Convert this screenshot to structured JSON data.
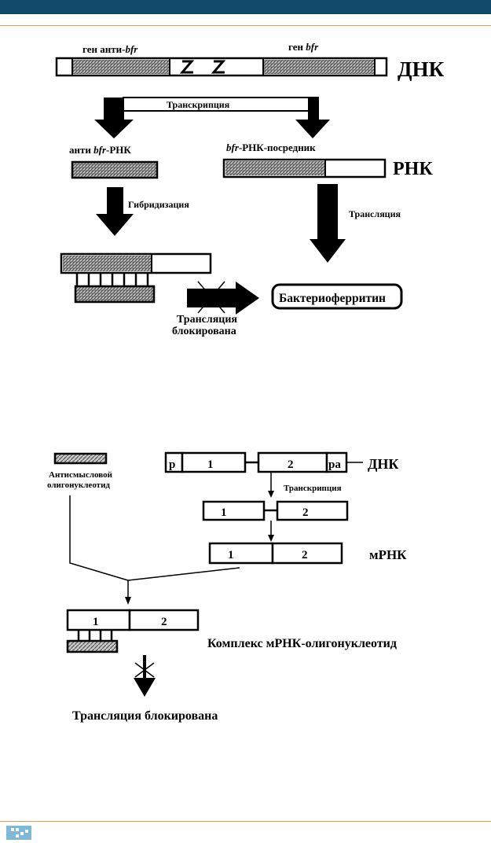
{
  "colors": {
    "header_bar": "#0f4b68",
    "rule_line": "#c9a27c",
    "hatch": "#7a7a7a"
  },
  "diagram1": {
    "gene_anti_label_prefix": "ген анти-",
    "gene_anti_label_italic": "bfr",
    "gene_bfr_label_prefix": "ген ",
    "gene_bfr_label_italic": "bfr",
    "dna_label": "ДНК",
    "transcription_label": "Транскрипция",
    "anti_rna_label_prefix": "анти ",
    "anti_rna_label_italic": "bfr",
    "anti_rna_label_suffix": "-РНК",
    "mrna_label_italic": "bfr",
    "mrna_label_suffix": "-РНК-посредник",
    "rna_label": "РНК",
    "hybridization_label": "Гибридизация",
    "translation_label": "Трансляция",
    "blocked_line1": "Трансляция",
    "blocked_line2": "блокирована",
    "product_label": "Бактериоферритин"
  },
  "diagram2": {
    "antisense_line1": "Антисмысловой",
    "antisense_line2": "олигонуклеотид",
    "promoter_label": "p",
    "pa_label": "pa",
    "exon1_label": "1",
    "exon2_label": "2",
    "dna_label": "ДНК",
    "transcription_label": "Транскрипция",
    "pre_exon1": "1",
    "pre_exon2": "2",
    "mrna_exon1": "1",
    "mrna_exon2": "2",
    "mrna_label": "мРНК",
    "complex_exon1": "1",
    "complex_exon2": "2",
    "complex_label": "Комплекс мРНК-олигонуклеотид",
    "blocked_label": "Трансляция блокирована"
  }
}
